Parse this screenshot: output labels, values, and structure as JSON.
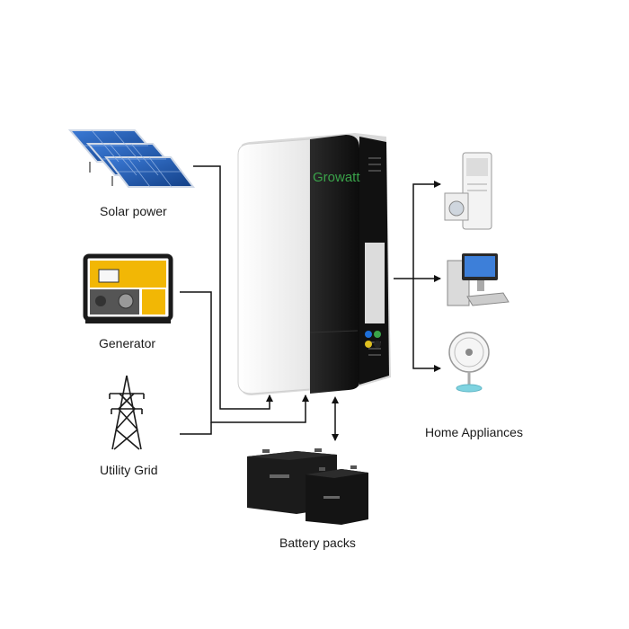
{
  "diagram": {
    "sources": [
      {
        "id": "solar",
        "label": "Solar power",
        "icon": "solar-panel-icon"
      },
      {
        "id": "generator",
        "label": "Generator",
        "icon": "generator-icon"
      },
      {
        "id": "grid",
        "label": "Utility Grid",
        "icon": "power-tower-icon"
      }
    ],
    "inverter": {
      "brand": "Growatt"
    },
    "battery": {
      "label": "Battery packs"
    },
    "loads": {
      "label": "Home Appliances",
      "items": [
        {
          "id": "air-conditioner",
          "icon": "air-conditioner-icon"
        },
        {
          "id": "computer",
          "icon": "desktop-computer-icon"
        },
        {
          "id": "fan",
          "icon": "electric-fan-icon"
        }
      ]
    }
  },
  "colors": {
    "inverter_body": "#f4f4f4",
    "inverter_panel": "#151515",
    "solar_cell": "#1f5fb3",
    "generator_yellow": "#f2b705",
    "battery_body": "#1b1b1b",
    "brand_green": "#3aa34a"
  }
}
